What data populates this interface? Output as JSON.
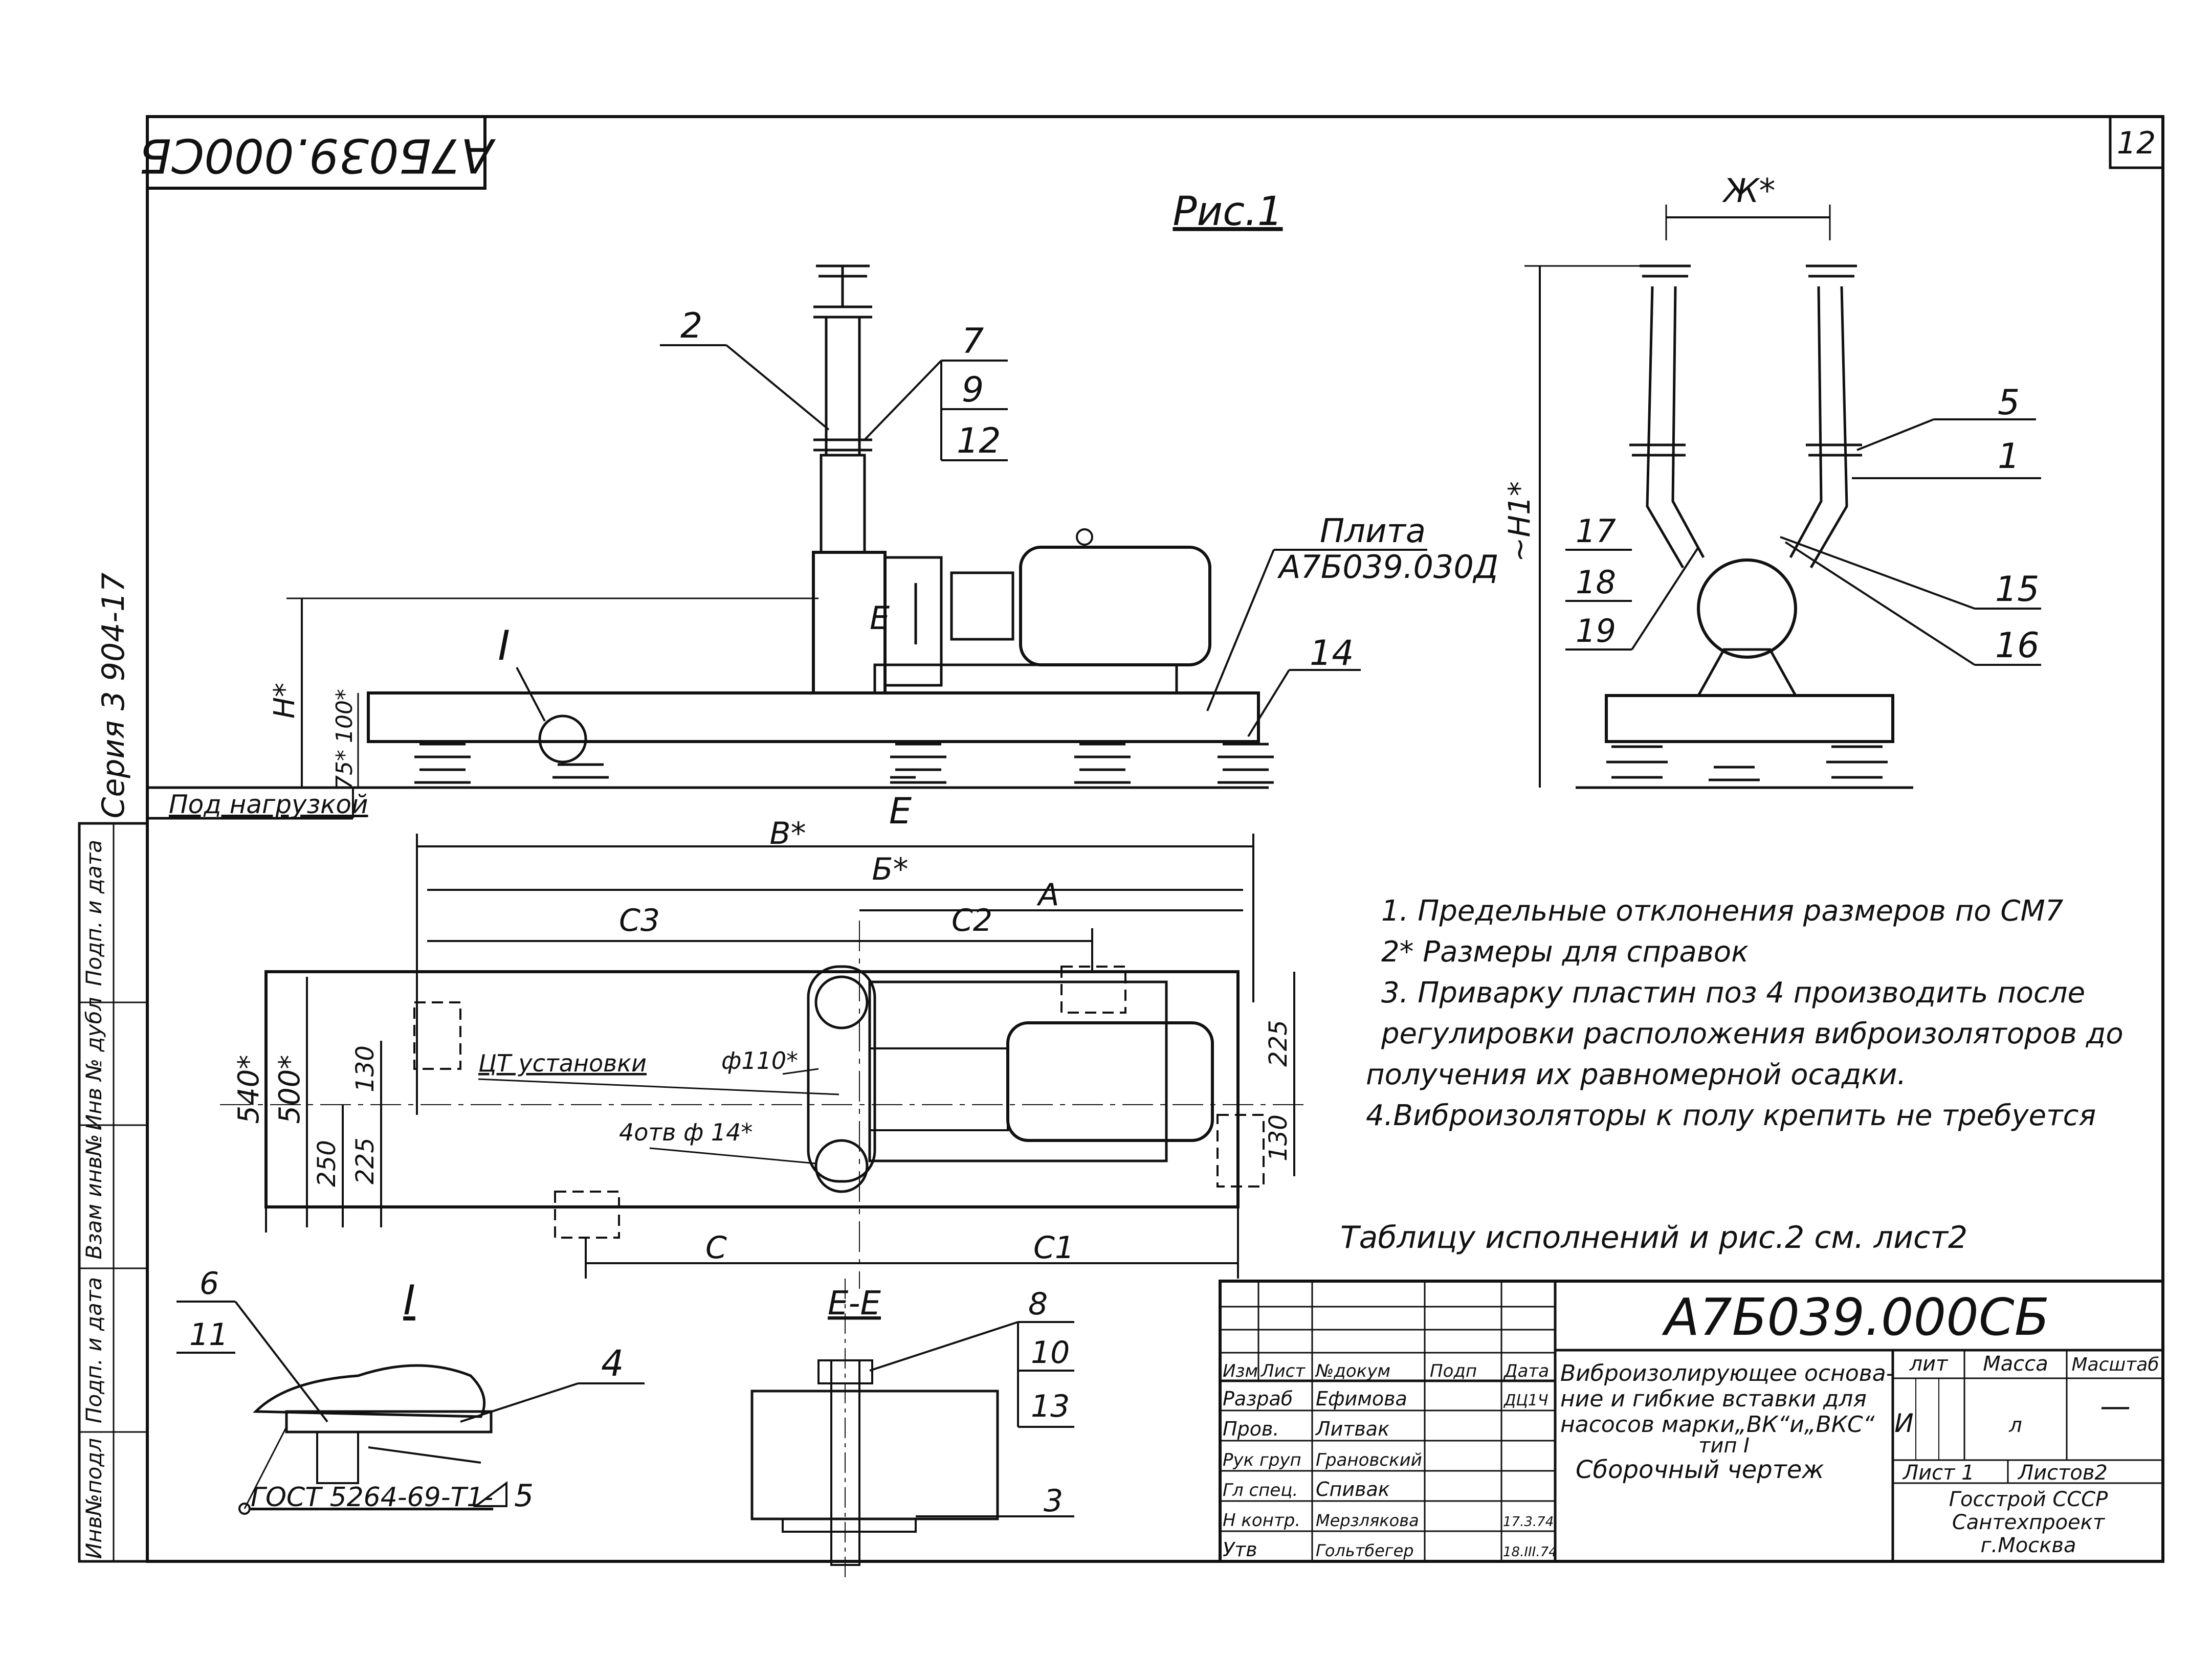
{
  "stamp_rotated": "А7Б039.000СБ",
  "sheet_number": "12",
  "series_label": "Серия 3 904-17",
  "figure_title": "Рис.1",
  "plate_label": "Плита",
  "plate_code": "А7Б039.030Д",
  "under_load_label": "Под нагрузкой",
  "section_mark": "Е",
  "detail_mark": "I",
  "section_title": "Е-Е",
  "dims": {
    "H": "H*",
    "dim100": "100*",
    "dim75": "75*",
    "B_total": "В*",
    "B": "Б*",
    "A": "А",
    "C3": "С3",
    "C2": "С2",
    "C": "С",
    "C1": "С1",
    "d540": "540*",
    "d500": "500*",
    "d250": "250",
    "d225l": "225",
    "d130l": "130",
    "d225r": "225",
    "d130r": "130",
    "Zh": "Ж*",
    "H1": "~H1*"
  },
  "center_label": "ЦТ установки",
  "phi110_label": "ф110*",
  "holes_label": "4отв ф 14*",
  "gost_label": "ГОСТ 5264-69-Т1-",
  "callouts": {
    "c2": "2",
    "c7": "7",
    "c9": "9",
    "c12": "12",
    "c14": "14",
    "c5": "5",
    "c1": "1",
    "c17": "17",
    "c18": "18",
    "c19": "19",
    "c15": "15",
    "c16": "16",
    "c6": "6",
    "c11": "11",
    "c4": "4",
    "c5b": "5",
    "c8": "8",
    "c10": "10",
    "c13": "13",
    "c3": "3"
  },
  "notes": [
    "1. Предельные отклонения размеров по СМ7",
    "2* Размеры для справок",
    "3. Приварку пластин поз 4 производить после",
    "регулировки расположения виброизоляторов до",
    "получения их равномерной осадки.",
    "4.Виброизоляторы к полу крепить не требуется"
  ],
  "table_note": "Таблицу исполнений и рис.2 см. лист2",
  "left_margin": [
    "Инв№подл",
    "Подп. и дата",
    "Взам инв№",
    "Инв № дубл",
    "Подп. и дата"
  ],
  "title_block": {
    "doc_code": "А7Б039.000СБ",
    "description": [
      "Виброизолирующее основа-",
      "ние и гибкие вставки для",
      "насосов марки„ВК“и„ВКС“",
      "тип I",
      "Сборочный чертеж"
    ],
    "col_headers": [
      "Изм",
      "Лист",
      "№докум",
      "Подп",
      "Дата"
    ],
    "roles": [
      {
        "role": "Разраб",
        "name": "Ефимова",
        "date": "ДЦ1Ч"
      },
      {
        "role": "Пров.",
        "name": "Литвак",
        "date": ""
      },
      {
        "role": "Рук груп",
        "name": "Грановский",
        "date": ""
      },
      {
        "role": "Гл спец.",
        "name": "Спивак",
        "date": ""
      },
      {
        "role": "Н контр.",
        "name": "Мерзлякова",
        "date": "17.3.74"
      },
      {
        "role": "Утв",
        "name": "Гольтбегер",
        "date": "18.III.74"
      }
    ],
    "lit_label": "лит",
    "mass_label": "Масса",
    "scale_label": "Масштаб",
    "lit_value": "И",
    "mass_value": "л",
    "scale_value": "—",
    "sheet_label": "Лист 1",
    "sheets_label": "Листов2",
    "org": [
      "Госстрой СССР",
      "Сантехпроект",
      "г.Москва"
    ]
  }
}
